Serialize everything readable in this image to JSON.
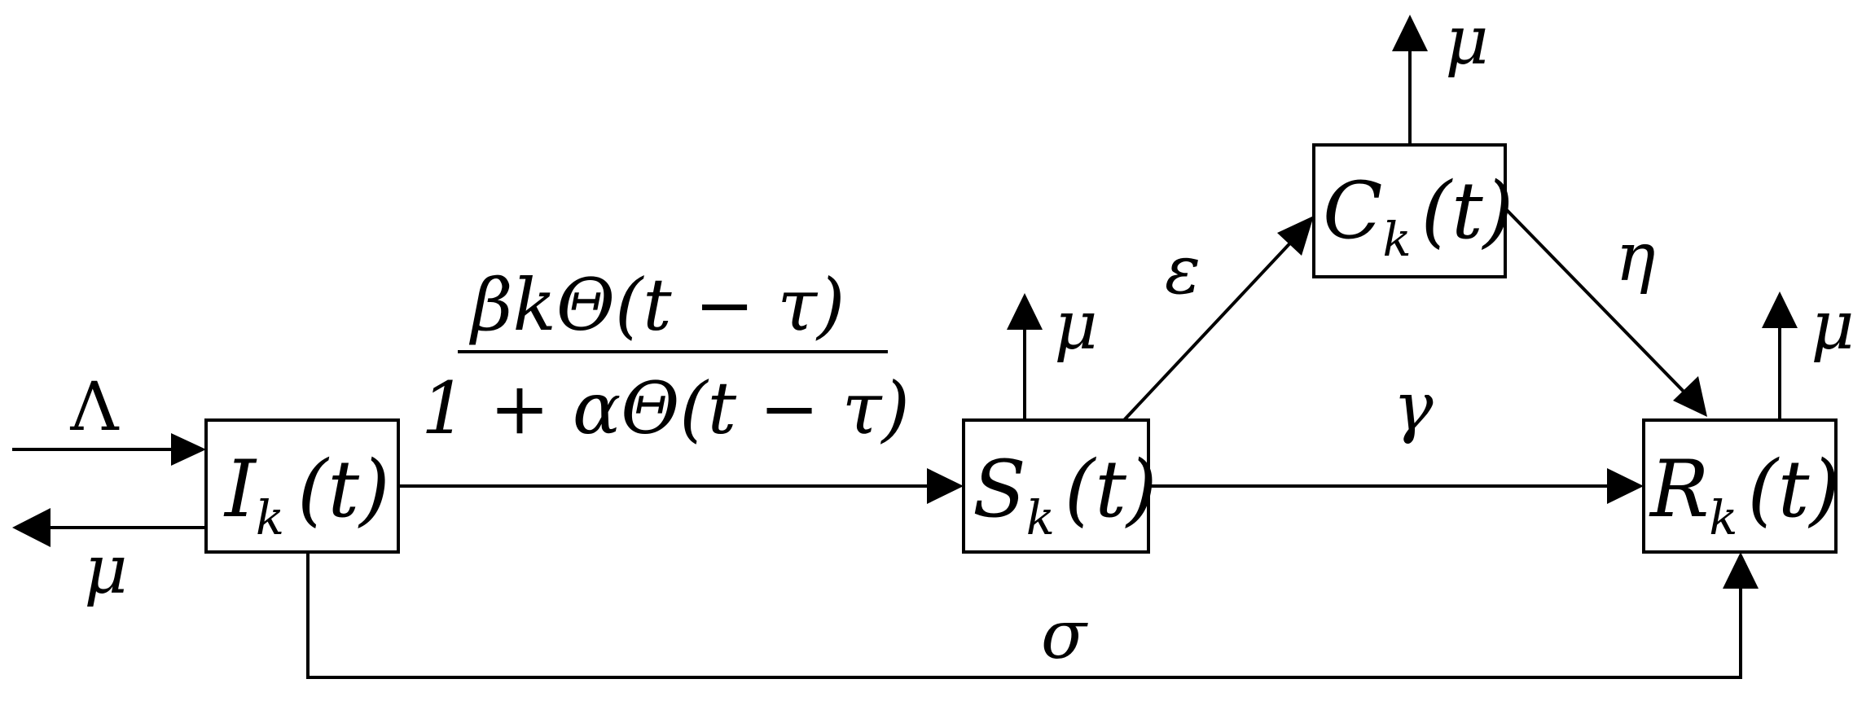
{
  "compartments": {
    "I": {
      "symbol": "I",
      "subscript": "k",
      "argument": "(t)"
    },
    "S": {
      "symbol": "S",
      "subscript": "k",
      "argument": "(t)"
    },
    "C": {
      "symbol": "C",
      "subscript": "k",
      "argument": "(t)"
    },
    "R": {
      "symbol": "R",
      "subscript": "k",
      "argument": "(t)"
    }
  },
  "rates": {
    "recruitment": "Λ",
    "death": "μ",
    "infection_numerator": "βkΘ(t − τ)",
    "infection_denominator": "1 + αΘ(t − τ)",
    "s_to_c": "ε",
    "c_to_r": "η",
    "s_to_r": "γ",
    "i_to_r": "σ"
  }
}
